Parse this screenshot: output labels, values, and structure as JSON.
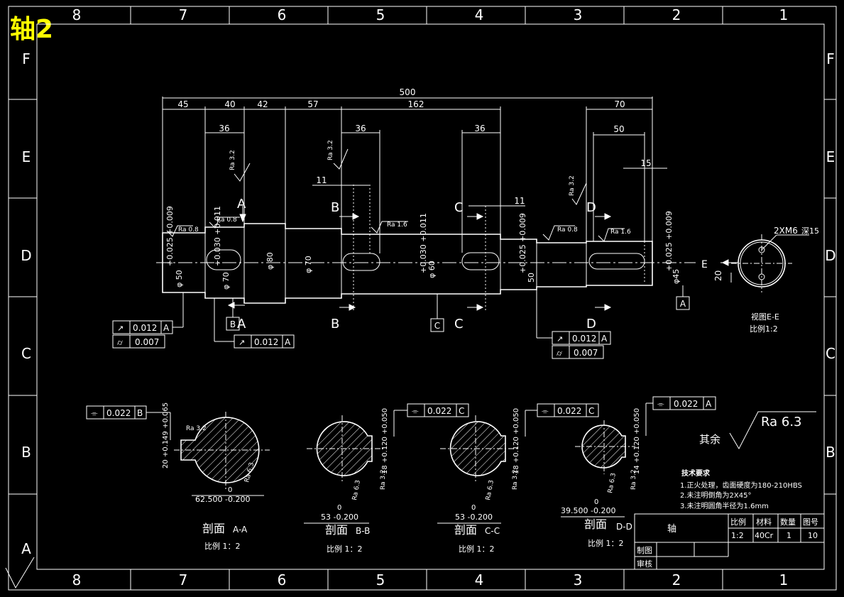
{
  "title": "轴2",
  "frame": {
    "columns": [
      "8",
      "7",
      "6",
      "5",
      "4",
      "3",
      "2",
      "1"
    ],
    "rows": [
      "F",
      "E",
      "D",
      "C",
      "B",
      "A"
    ]
  },
  "dimensions": {
    "total_length": "500",
    "d45": "45",
    "d40": "40",
    "d42": "42",
    "d57": "57",
    "d162": "162",
    "d70": "70",
    "key36_a": "36",
    "key36_b": "36",
    "key36_c": "36",
    "d50": "50",
    "d15": "15",
    "d11_a": "11",
    "d11_b": "11"
  },
  "diameters": {
    "shaft50_tol": "+0.025 +0.009",
    "shaft50": "φ 50",
    "shaft70_tol": "+0.030 +0.011",
    "shaft70": "φ 70",
    "collar80": "φ 80",
    "shaft70b": "φ 70",
    "shaft60_tol": "+0.030 +0.011",
    "shaft60": "φ 60",
    "shaft50b_tol": "+0.025 +0.009",
    "shaft50b": "50",
    "shaft45_tol": "+0.025 +0.009",
    "shaft45": "φ45"
  },
  "roughness": {
    "ra32_a": "Ra 3.2",
    "ra32_b": "Ra 3.2",
    "ra32_c": "Ra 3.2",
    "ra08_a": "Ra 0.8",
    "ra08_b": "Ra 0.8",
    "ra08_c": "Ra 0.8",
    "ra16_a": "Ra 1.6",
    "ra16_b": "Ra 1.6"
  },
  "section_letters": {
    "a": "A",
    "b": "B",
    "c": "C",
    "d": "D",
    "e": "E"
  },
  "tolerance_frames": {
    "runout1_value": "0.012",
    "runout1_datum": "A",
    "cyl1_value": "0.007",
    "runout2_value": "0.012",
    "runout2_datum": "A",
    "runout3_value": "0.012",
    "runout3_datum": "A",
    "cyl2_value": "0.007",
    "sym_aa_value": "0.022",
    "sym_aa_datum": "B",
    "sym_bb_value": "0.022",
    "sym_bb_datum": "C",
    "sym_cc_value": "0.022",
    "sym_cc_datum": "C",
    "sym_dd_value": "0.022",
    "sym_dd_datum": "A"
  },
  "datums": {
    "a": "A",
    "b": "B",
    "c": "C",
    "a2": "A"
  },
  "end_view": {
    "thread": "2XM6",
    "depth": "深15",
    "dim20": "20",
    "caption": "视图E-E",
    "scale": "比例1:2"
  },
  "sections": [
    {
      "label": "剖面",
      "letters": "A-A",
      "scale": "比例 1：2",
      "depth": "62.500 -0.200",
      "depth_sup": "0",
      "width": "20 +0.149 +0.065",
      "ra_top": "Ra 3.2",
      "ra_side": "Ra 6.3"
    },
    {
      "label": "剖面",
      "letters": "B-B",
      "scale": "比例 1：2",
      "depth": "53 -0.200",
      "depth_sup": "0",
      "width": "18 +0.120 +0.050",
      "ra_top": "Ra 3.2",
      "ra_side": "Ra 6.3"
    },
    {
      "label": "剖面",
      "letters": "C-C",
      "scale": "比例 1：2",
      "depth": "53 -0.200",
      "depth_sup": "0",
      "width": "18 +0.120 +0.050",
      "ra_top": "Ra 3.2",
      "ra_side": "Ra 6.3"
    },
    {
      "label": "剖面",
      "letters": "D-D",
      "scale": "比例 1：2",
      "depth": "39.500 -0.200",
      "depth_sup": "0",
      "width": "14 +0.120 +0.050",
      "ra_top": "Ra 3.2",
      "ra_side": "Ra 6.3"
    }
  ],
  "roughness_rest": {
    "label": "其余",
    "value": "Ra  6.3"
  },
  "technical_requirements": {
    "heading": "技术要求",
    "items": [
      "1.正火处理，齿面硬度为180-210HBS",
      "2.未注明倒角为2X45°",
      "3.未注明圆角半径为1.6mm"
    ]
  },
  "title_block": {
    "part_name": "轴",
    "headers": [
      "比例",
      "材料",
      "数量",
      "图号"
    ],
    "values": [
      "1:2",
      "40Cr",
      "1",
      "10"
    ],
    "drawn": "制图",
    "checked": "审核"
  }
}
